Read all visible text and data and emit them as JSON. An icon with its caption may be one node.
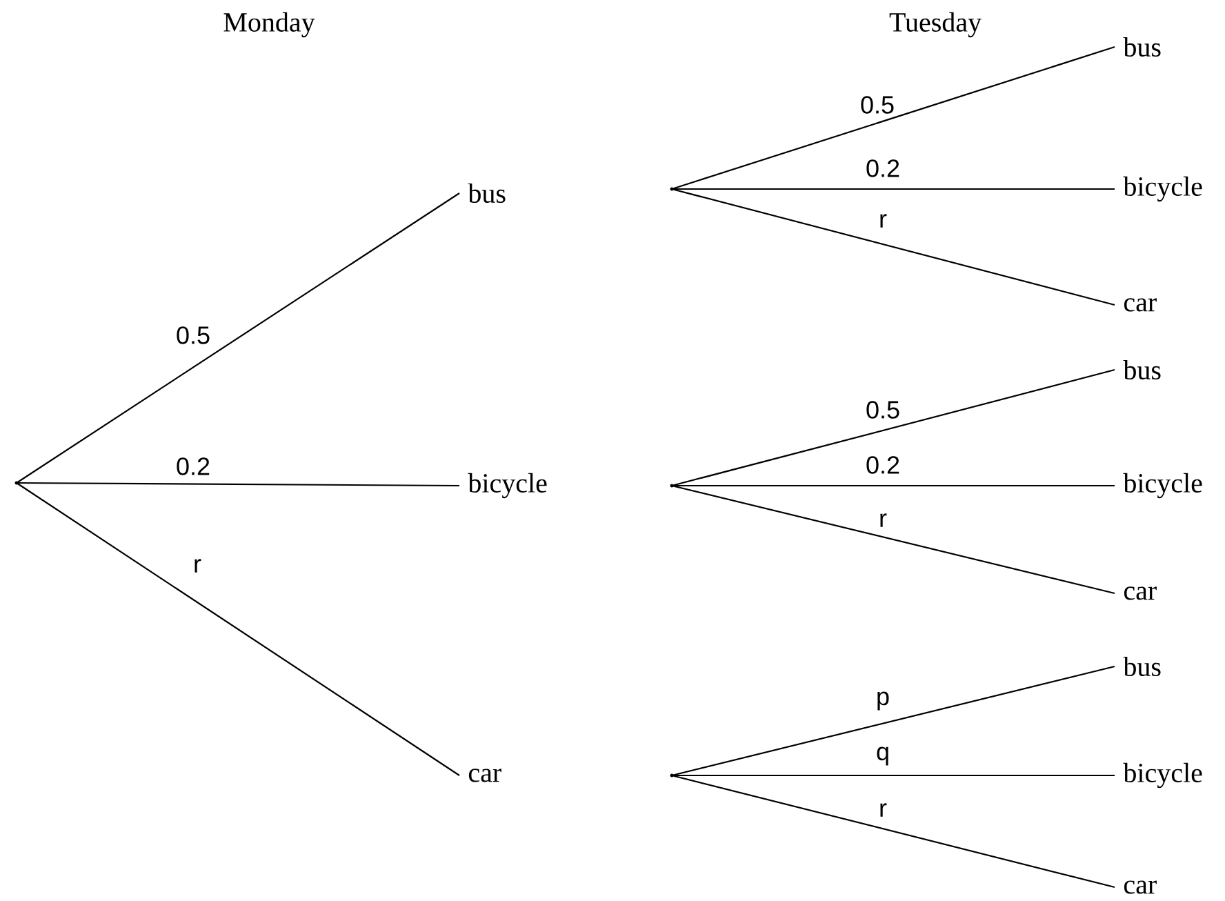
{
  "diagram": {
    "nodes": [
      {
        "text": [],
        "shape": "point"
      },
      {
        "text": [
          "bus"
        ]
      },
      {
        "text": [
          "bicycle"
        ]
      },
      {
        "text": [
          "car"
        ]
      },
      {
        "text": [],
        "shape": "point"
      },
      {
        "text": [
          "bus"
        ]
      },
      {
        "text": [
          "bicycle"
        ]
      },
      {
        "text": [
          "car"
        ]
      },
      {
        "text": [],
        "shape": "point"
      },
      {
        "text": [
          "bus"
        ]
      },
      {
        "text": [
          "bicycle"
        ]
      },
      {
        "text": [
          "car"
        ]
      },
      {
        "text": [],
        "shape": "point"
      },
      {
        "text": [
          "bus"
        ]
      },
      {
        "text": [
          "bicycle"
        ]
      },
      {
        "text": [
          "car"
        ]
      }
    ],
    "edges": [
      {
        "from": 0,
        "to": 1,
        "arrow": "none",
        "label": "0.5"
      },
      {
        "from": 0,
        "to": 2,
        "arrow": "none",
        "label": "0.2"
      },
      {
        "from": 0,
        "to": 3,
        "arrow": "none",
        "label": "r"
      },
      {
        "from": 4,
        "to": 5,
        "arrow": "none",
        "label": "0.5"
      },
      {
        "from": 4,
        "to": 6,
        "arrow": "none",
        "label": "0.2"
      },
      {
        "from": 4,
        "to": 7,
        "arrow": "none",
        "label": "r"
      },
      {
        "from": 8,
        "to": 9,
        "arrow": "none",
        "label": "0.5"
      },
      {
        "from": 8,
        "to": 10,
        "arrow": "none",
        "label": "0.2"
      },
      {
        "from": 8,
        "to": 11,
        "arrow": "none",
        "label": "r"
      },
      {
        "from": 12,
        "to": 13,
        "arrow": "none",
        "label": "p"
      },
      {
        "from": 12,
        "to": 14,
        "arrow": "none",
        "label": "q"
      },
      {
        "from": 12,
        "to": 15,
        "arrow": "none",
        "label": "r"
      }
    ],
    "labels": [
      "Monday",
      "Tuesday"
    ]
  }
}
